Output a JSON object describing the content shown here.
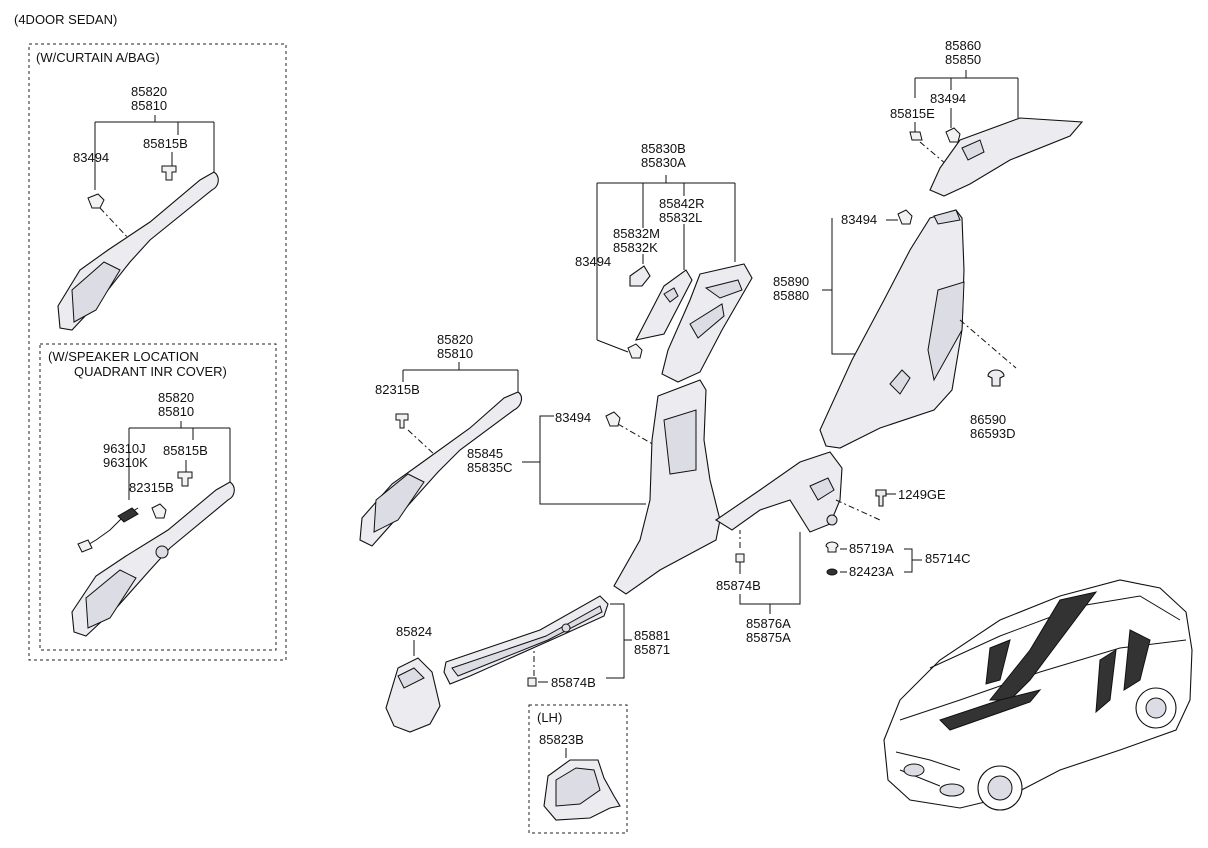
{
  "title": "(4DOOR SEDAN)",
  "boxes": {
    "curtain": "(W/CURTAIN A/BAG)",
    "speaker_line1": "(W/SPEAKER LOCATION",
    "speaker_line2": "QUADRANT INR COVER)",
    "lh": "(LH)"
  },
  "labels": {
    "l1_85820": "85820",
    "l1_85810": "85810",
    "l1_85815B": "85815B",
    "l1_83494": "83494",
    "l2_85820": "85820",
    "l2_85810": "85810",
    "l2_96310J": "96310J",
    "l2_96310K": "96310K",
    "l2_85815B": "85815B",
    "l2_82315B": "82315B",
    "m_85820": "85820",
    "m_85810": "85810",
    "m_82315B": "82315B",
    "b_85830B": "85830B",
    "b_85830A": "85830A",
    "b_85842R": "85842R",
    "b_85832L": "85832L",
    "b_85832M": "85832M",
    "b_85832K": "85832K",
    "b_83494": "83494",
    "c_83494": "83494",
    "c_85845": "85845",
    "c_85835C": "85835C",
    "d_85860": "85860",
    "d_85850": "85850",
    "d_83494": "83494",
    "d_85815E": "85815E",
    "e_83494": "83494",
    "e_85890": "85890",
    "e_85880": "85880",
    "f_86590": "86590",
    "f_86593D": "86593D",
    "g_1249GE": "1249GE",
    "g_85719A": "85719A",
    "g_85714C": "85714C",
    "g_82423A": "82423A",
    "h_85874B": "85874B",
    "h_85876A": "85876A",
    "h_85875A": "85875A",
    "s_85881": "85881",
    "s_85871": "85871",
    "s_85874B": "85874B",
    "k_85824": "85824",
    "k_85823B": "85823B"
  }
}
